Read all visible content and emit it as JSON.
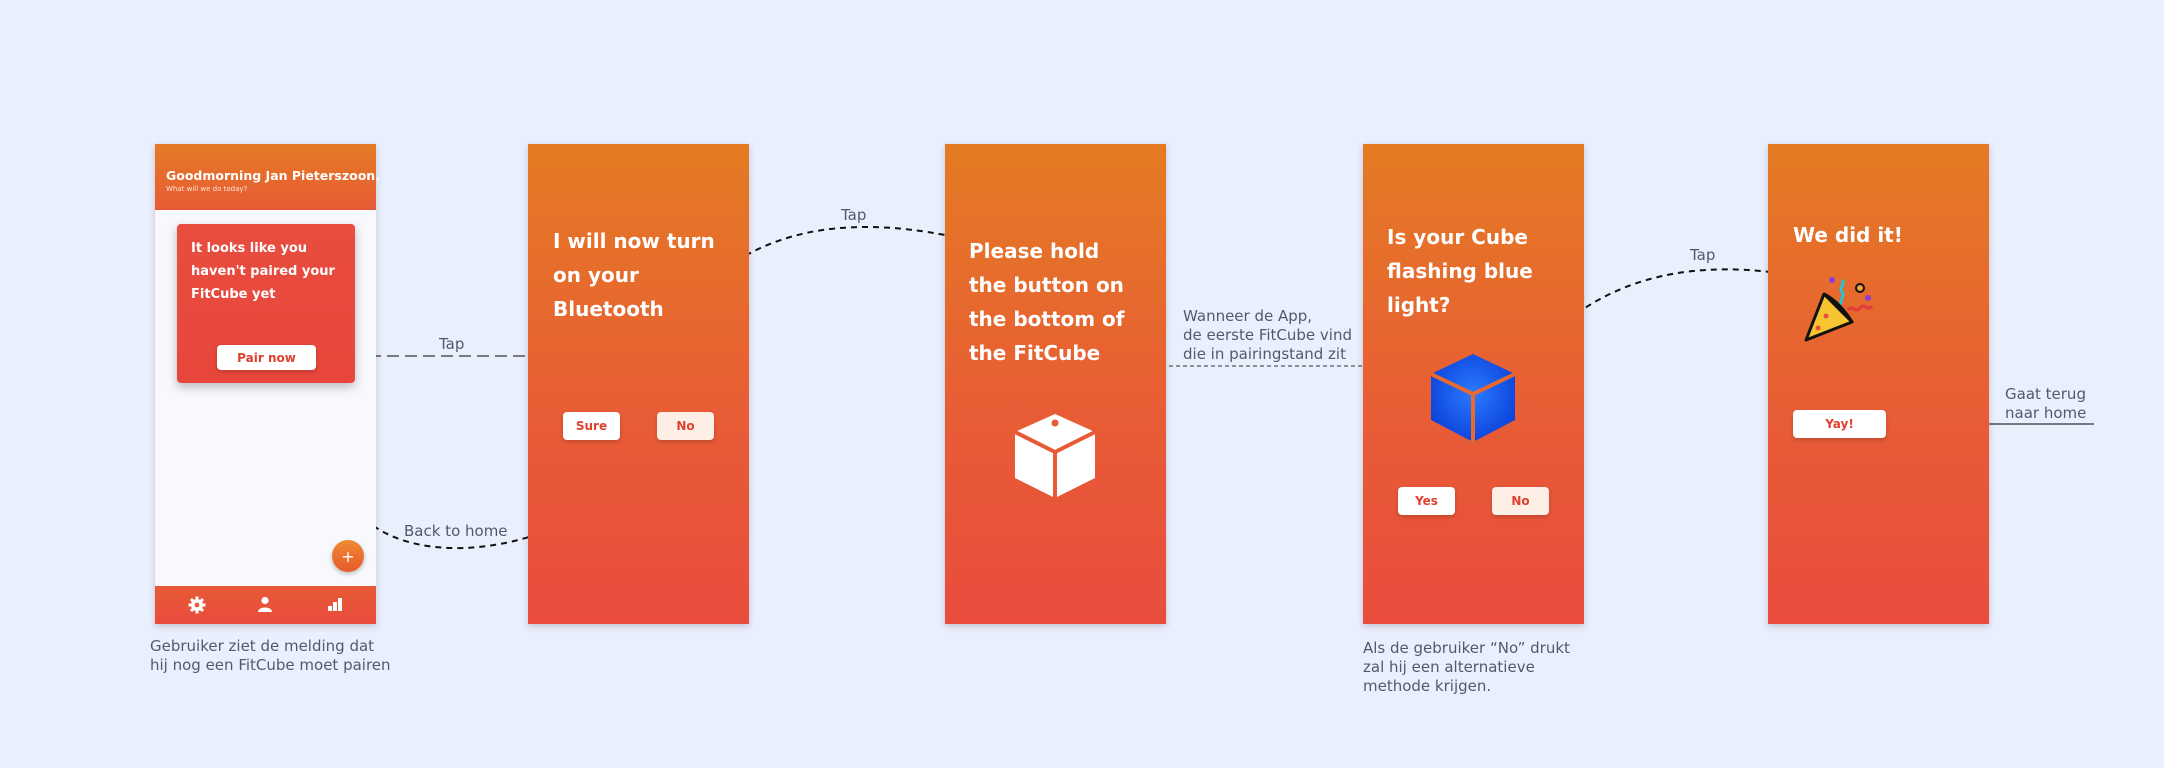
{
  "screen1": {
    "header_title": "Goodmorning Jan Pieterszoon.",
    "header_subtitle": "What will we do today?",
    "card_text": "It looks like you haven't paired your FitCube yet",
    "pair_button": "Pair now",
    "fab_label": "+",
    "nav_icons": [
      "gear-icon",
      "user-icon",
      "stats-icon"
    ]
  },
  "screen2": {
    "title": "I will now turn on your Bluetooth",
    "sure_button": "Sure",
    "no_button": "No"
  },
  "screen3": {
    "title": "Please hold the button on the bottom of the FitCube"
  },
  "screen4": {
    "title": "Is your Cube flashing blue light?",
    "yes_button": "Yes",
    "no_button": "No"
  },
  "screen5": {
    "title": "We did it!",
    "yay_button": "Yay!"
  },
  "labels": {
    "tap1": "Tap",
    "tap2": "Tap",
    "tap3": "Tap",
    "back_to_home": "Back to home",
    "app_finds_line1": "Wanneer de App,",
    "app_finds_line2": "de eerste FitCube vind",
    "app_finds_line3": "die in pairingstand zit",
    "goes_home_line1": "Gaat terug",
    "goes_home_line2": "naar home"
  },
  "notes": {
    "screen1_line1": "Gebruiker ziet de melding dat",
    "screen1_line2": "hij nog een FitCube moet pairen",
    "screen4_line1": "Als de gebruiker “No” drukt",
    "screen4_line2": "zal hij een alternatieve",
    "screen4_line3": "methode krijgen."
  },
  "colors": {
    "background": "#eaeffd",
    "gradient_top": "#e47b23",
    "gradient_bottom": "#e94c3d",
    "accent_text": "#e0412f",
    "cube_blue": "#1565f0"
  }
}
